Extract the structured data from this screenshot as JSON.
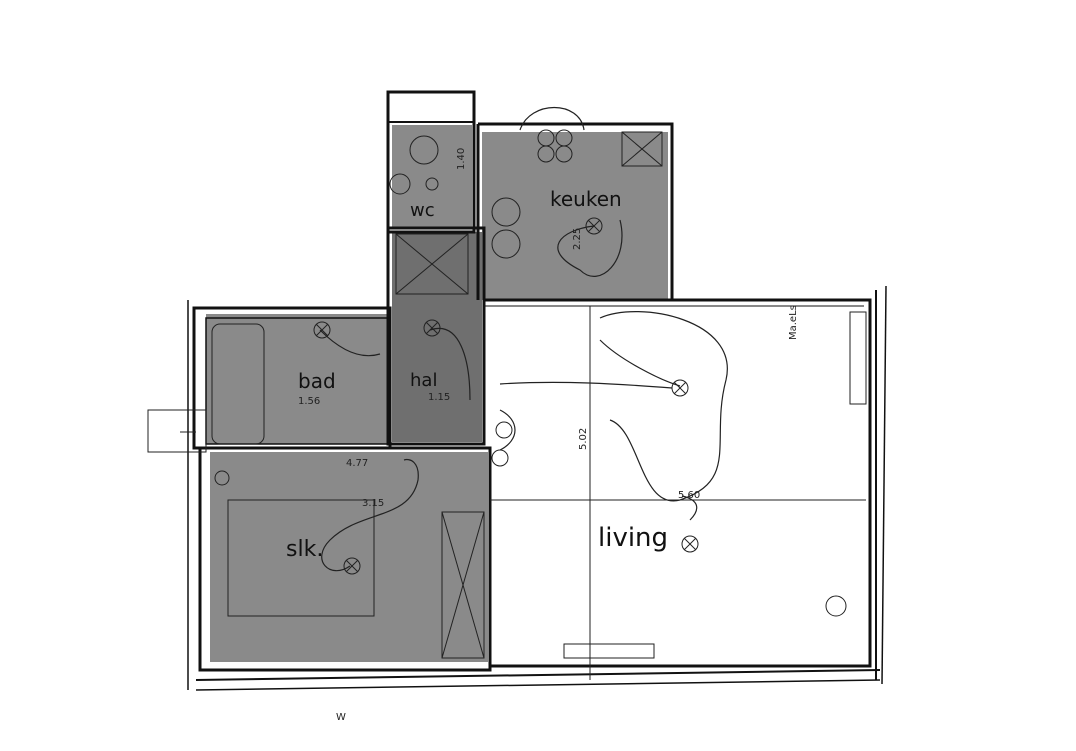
{
  "rooms": {
    "wc": "wc",
    "keuken": "keuken",
    "bad": "bad",
    "hal": "hal",
    "slk": "slk.",
    "living": "living"
  },
  "dimensions": {
    "living_width": "5.60",
    "living_depth": "5.02",
    "bad_width": "1.56",
    "hal_width": "1.15",
    "keuken_depth": "2.25",
    "slk_mark": "3.15",
    "wc_mark": "1.40"
  },
  "marks": {
    "bottom_mark": "W",
    "slk_top_mark": "4.77",
    "living_corner_mark": "Ma.eLs"
  },
  "colors": {
    "shade": "#8a8a8a",
    "ink": "#111111",
    "paper": "#ffffff"
  }
}
